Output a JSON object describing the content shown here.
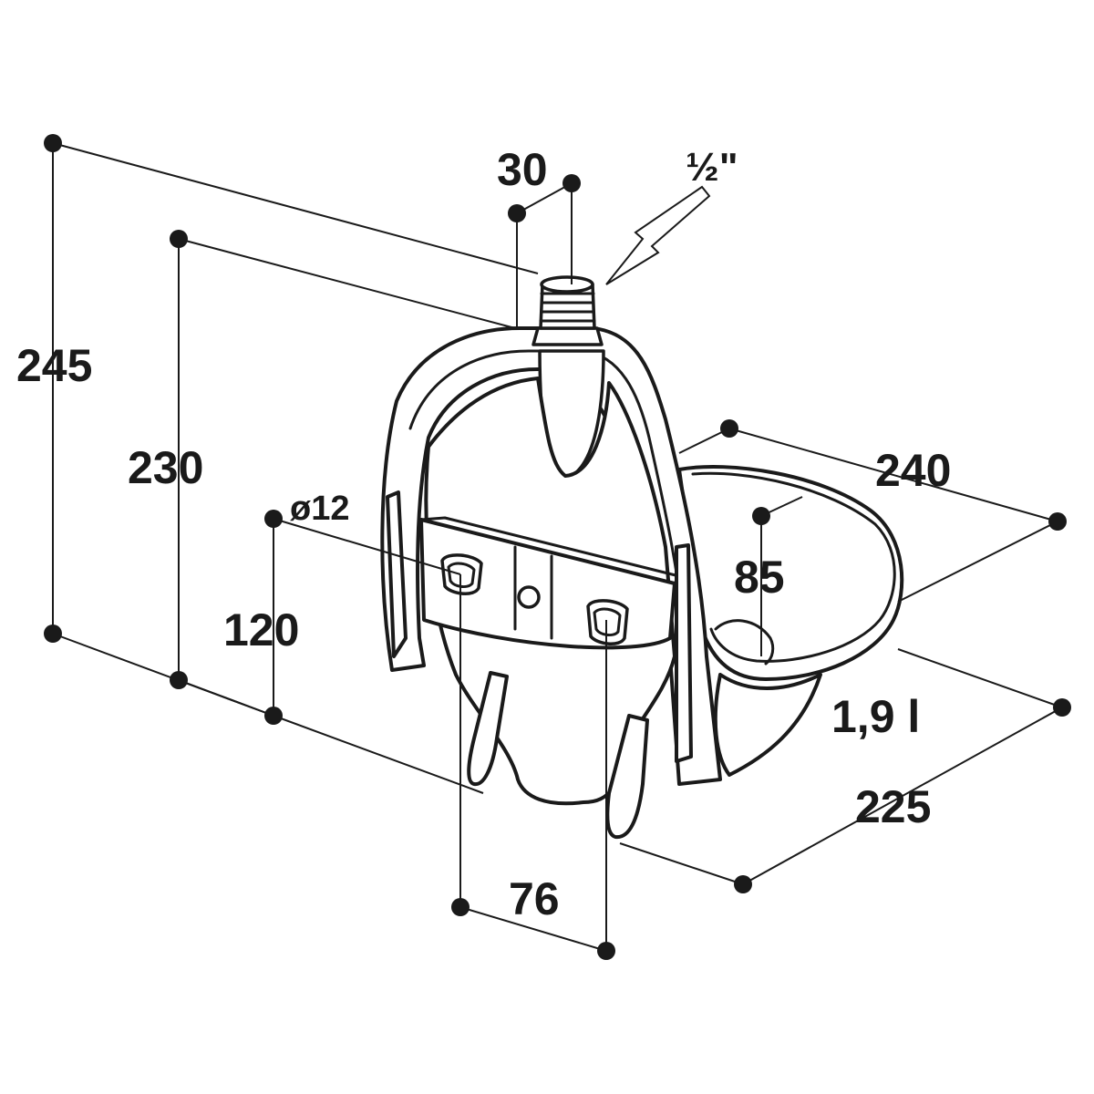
{
  "dimensions": {
    "height_total": "245",
    "height_body": "230",
    "hole_diameter": "ø12",
    "hole_height": "120",
    "hole_spacing": "76",
    "thread_width": "30",
    "thread_size": "½\"",
    "bowl_length": "240",
    "bowl_depth": "85",
    "volume": "1,9 l",
    "width": "225"
  }
}
